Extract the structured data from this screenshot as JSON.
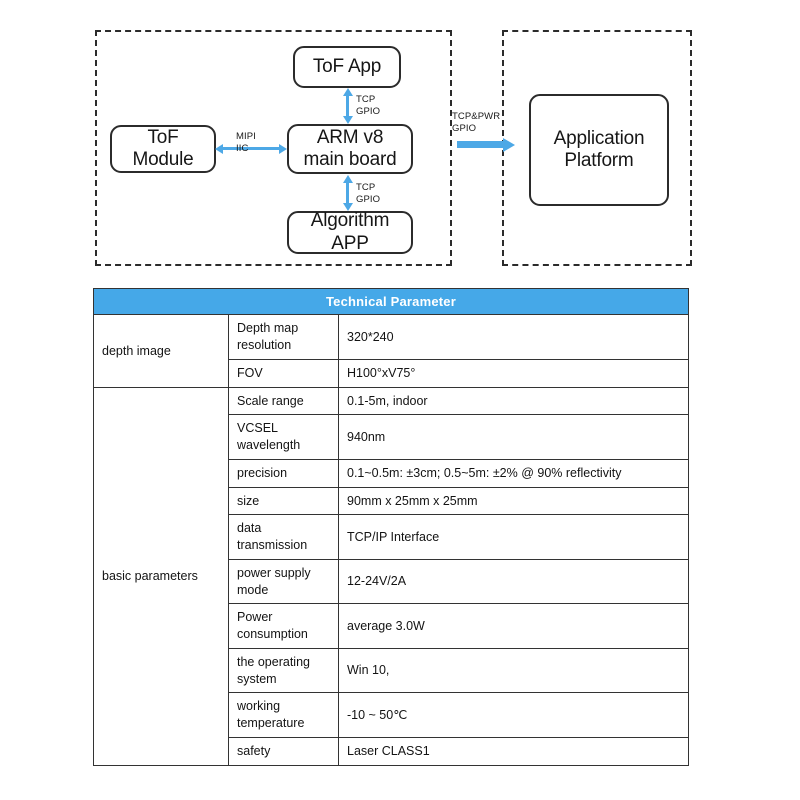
{
  "diagram": {
    "nodes": {
      "tof_app": "ToF App",
      "tof_module": "ToF\nModule",
      "arm_board": "ARM v8\nmain board",
      "algorithm_app": "Algorithm\nAPP",
      "application_platform": "Application\nPlatform"
    },
    "edge_labels": {
      "app_to_board": "TCP\nGPIO",
      "board_to_algorithm": "TCP\nGPIO",
      "module_to_board": "MIPI\nIIC",
      "board_to_platform": "TCP&PWR\nGPIO"
    },
    "colors": {
      "arrow": "#4da8e6",
      "box_border": "#2b2b2b",
      "region_border": "#2b2b2b"
    }
  },
  "table": {
    "title": "Technical Parameter",
    "header_color": "#45a8e8",
    "groups": [
      {
        "name": "depth image",
        "rows": [
          {
            "parameter": "Depth map resolution",
            "value": "320*240"
          },
          {
            "parameter": "FOV",
            "value": "H100°xV75°"
          }
        ]
      },
      {
        "name": "basic parameters",
        "rows": [
          {
            "parameter": "Scale range",
            "value": "0.1-5m, indoor"
          },
          {
            "parameter": "VCSEL wavelength",
            "value": "940nm"
          },
          {
            "parameter": "precision",
            "value": "0.1~0.5m: ±3cm; 0.5~5m: ±2% @ 90% reflectivity"
          },
          {
            "parameter": "size",
            "value": "90mm x 25mm x 25mm"
          },
          {
            "parameter": "data transmission",
            "value": "TCP/IP Interface"
          },
          {
            "parameter": "power supply mode",
            "value": "12-24V/2A"
          },
          {
            "parameter": "Power consumption",
            "value": "average 3.0W"
          },
          {
            "parameter": "the operating system",
            "value": "Win 10,"
          },
          {
            "parameter": "working temperature",
            "value": "-10 ~ 50℃"
          },
          {
            "parameter": "safety",
            "value": "Laser CLASS1"
          }
        ]
      }
    ]
  }
}
